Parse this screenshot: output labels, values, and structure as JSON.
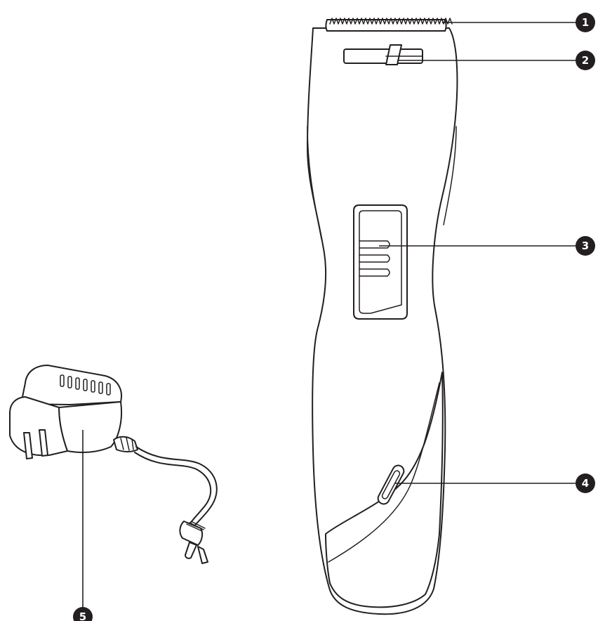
{
  "callouts": [
    {
      "number": "1"
    },
    {
      "number": "2"
    },
    {
      "number": "3"
    },
    {
      "number": "4"
    },
    {
      "number": "5"
    }
  ],
  "colors": {
    "line": "#231f20",
    "background": "#ffffff",
    "callout_text": "#ffffff"
  }
}
